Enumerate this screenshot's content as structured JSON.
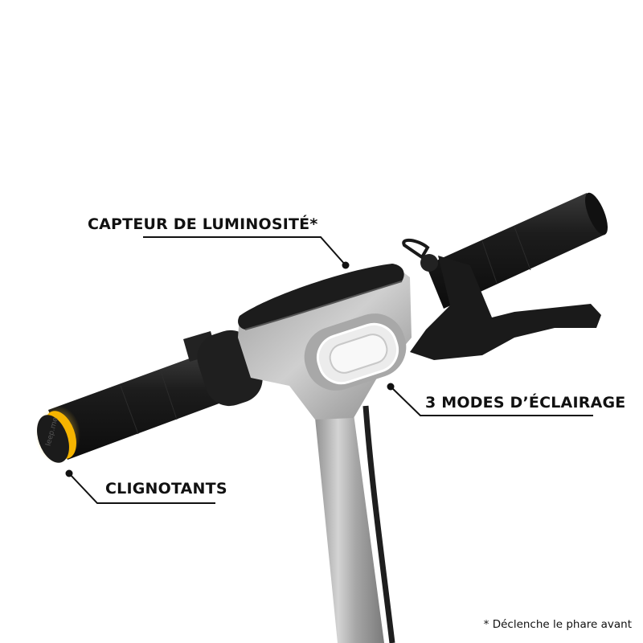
{
  "callouts": [
    {
      "id": "sensor",
      "label": "CAPTEUR DE LUMINOSITÉ*"
    },
    {
      "id": "modes",
      "label": "3 MODES D’ÉCLAIRAGE"
    },
    {
      "id": "blinkers",
      "label": "CLIGNOTANTS"
    }
  ],
  "footnote": "* Déclenche le phare avant",
  "grip_end_text": "Ieep.me",
  "colors": {
    "background": "#ffffff",
    "text": "#111111",
    "grip": "#1e1e1e",
    "silver": "#b8b8b8",
    "blinker": "#f5b400"
  }
}
